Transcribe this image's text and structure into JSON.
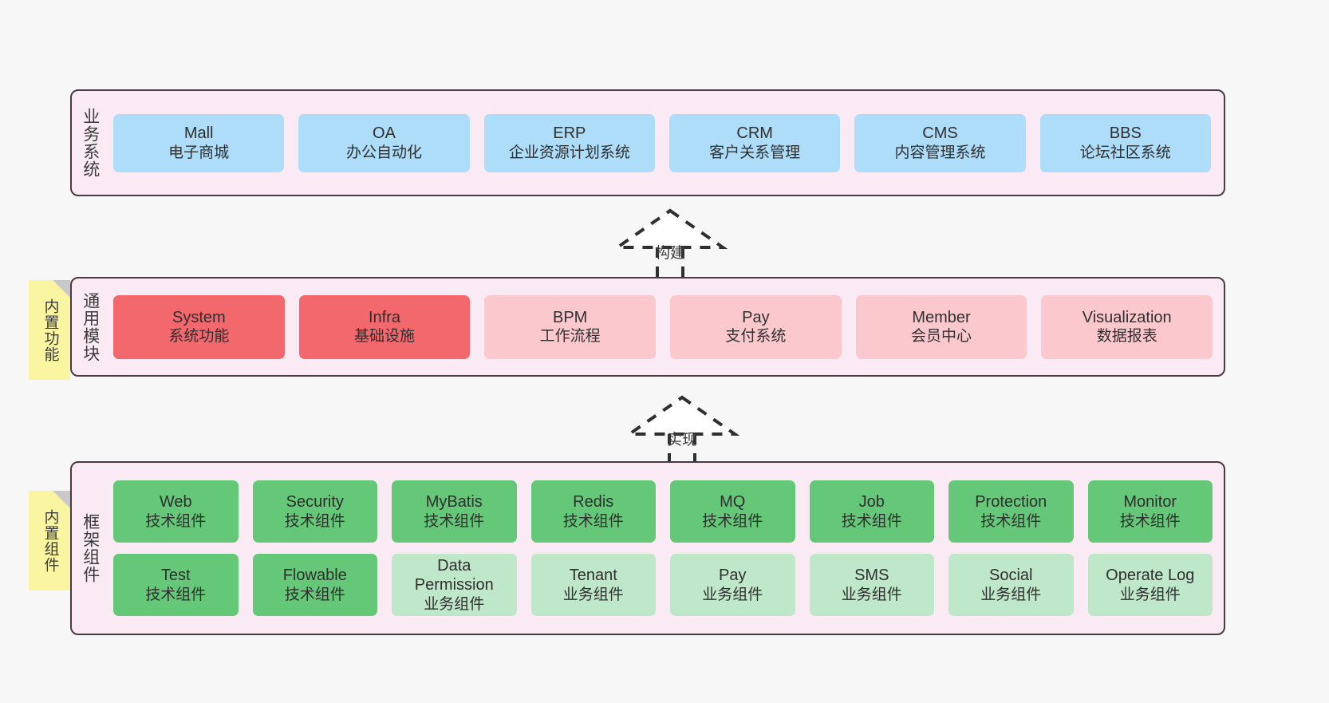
{
  "layers": {
    "business": {
      "caption": "业务系统",
      "rows": [
        [
          {
            "name": "Mall",
            "sub": "电子商城",
            "color": "#AEDDF9",
            "style": "c-blue"
          },
          {
            "name": "OA",
            "sub": "办公自动化",
            "color": "#AEDDF9",
            "style": "c-blue"
          },
          {
            "name": "ERP",
            "sub": "企业资源计划系统",
            "color": "#AEDDF9",
            "style": "c-blue"
          },
          {
            "name": "CRM",
            "sub": "客户关系管理",
            "color": "#AEDDF9",
            "style": "c-blue"
          },
          {
            "name": "CMS",
            "sub": "内容管理系统",
            "color": "#AEDDF9",
            "style": "c-blue"
          },
          {
            "name": "BBS",
            "sub": "论坛社区系统",
            "color": "#AEDDF9",
            "style": "c-blue"
          }
        ]
      ]
    },
    "common": {
      "caption": "通用模块",
      "note": "内置功能",
      "rows": [
        [
          {
            "name": "System",
            "sub": "系统功能",
            "color": "#F2686D",
            "style": "c-red"
          },
          {
            "name": "Infra",
            "sub": "基础设施",
            "color": "#F2686D",
            "style": "c-red"
          },
          {
            "name": "BPM",
            "sub": "工作流程",
            "color": "#FBC8CE",
            "style": "c-pink"
          },
          {
            "name": "Pay",
            "sub": "支付系统",
            "color": "#FBC8CE",
            "style": "c-pink"
          },
          {
            "name": "Member",
            "sub": "会员中心",
            "color": "#FBC8CE",
            "style": "c-pink"
          },
          {
            "name": "Visualization",
            "sub": "数据报表",
            "color": "#FBC8CE",
            "style": "c-pink"
          }
        ]
      ]
    },
    "framework": {
      "caption": "框架组件",
      "note": "内置组件",
      "rows": [
        [
          {
            "name": "Web",
            "sub": "技术组件",
            "color": "#64C878",
            "style": "c-green"
          },
          {
            "name": "Security",
            "sub": "技术组件",
            "color": "#64C878",
            "style": "c-green"
          },
          {
            "name": "MyBatis",
            "sub": "技术组件",
            "color": "#64C878",
            "style": "c-green"
          },
          {
            "name": "Redis",
            "sub": "技术组件",
            "color": "#64C878",
            "style": "c-green"
          },
          {
            "name": "MQ",
            "sub": "技术组件",
            "color": "#64C878",
            "style": "c-green"
          },
          {
            "name": "Job",
            "sub": "技术组件",
            "color": "#64C878",
            "style": "c-green"
          },
          {
            "name": "Protection",
            "sub": "技术组件",
            "color": "#64C878",
            "style": "c-green"
          },
          {
            "name": "Monitor",
            "sub": "技术组件",
            "color": "#64C878",
            "style": "c-green"
          }
        ],
        [
          {
            "name": "Test",
            "sub": "技术组件",
            "color": "#64C878",
            "style": "c-green"
          },
          {
            "name": "Flowable",
            "sub": "技术组件",
            "color": "#64C878",
            "style": "c-green"
          },
          {
            "name": "Data Permission",
            "sub": "业务组件",
            "color": "#BFE7C9",
            "style": "c-lightgreen"
          },
          {
            "name": "Tenant",
            "sub": "业务组件",
            "color": "#BFE7C9",
            "style": "c-lightgreen"
          },
          {
            "name": "Pay",
            "sub": "业务组件",
            "color": "#BFE7C9",
            "style": "c-lightgreen"
          },
          {
            "name": "SMS",
            "sub": "业务组件",
            "color": "#BFE7C9",
            "style": "c-lightgreen"
          },
          {
            "name": "Social",
            "sub": "业务组件",
            "color": "#BFE7C9",
            "style": "c-lightgreen"
          },
          {
            "name": "Operate Log",
            "sub": "业务组件",
            "color": "#BFE7C9",
            "style": "c-lightgreen"
          }
        ]
      ]
    }
  },
  "connectors": {
    "build": {
      "label": "构建"
    },
    "realize": {
      "label": "实现"
    }
  },
  "palette": {
    "canvas": "#f7f7f7",
    "band_fill": "#F9EAF3",
    "band_border": "#4a3b42",
    "note_fill": "#FAF5A0",
    "note_fold": "#c9c9c9",
    "blue": "#AEDDF9",
    "red": "#F2686D",
    "pink": "#FBC8CE",
    "green": "#64C878",
    "light_green": "#BFE7C9",
    "text": "#333333"
  }
}
